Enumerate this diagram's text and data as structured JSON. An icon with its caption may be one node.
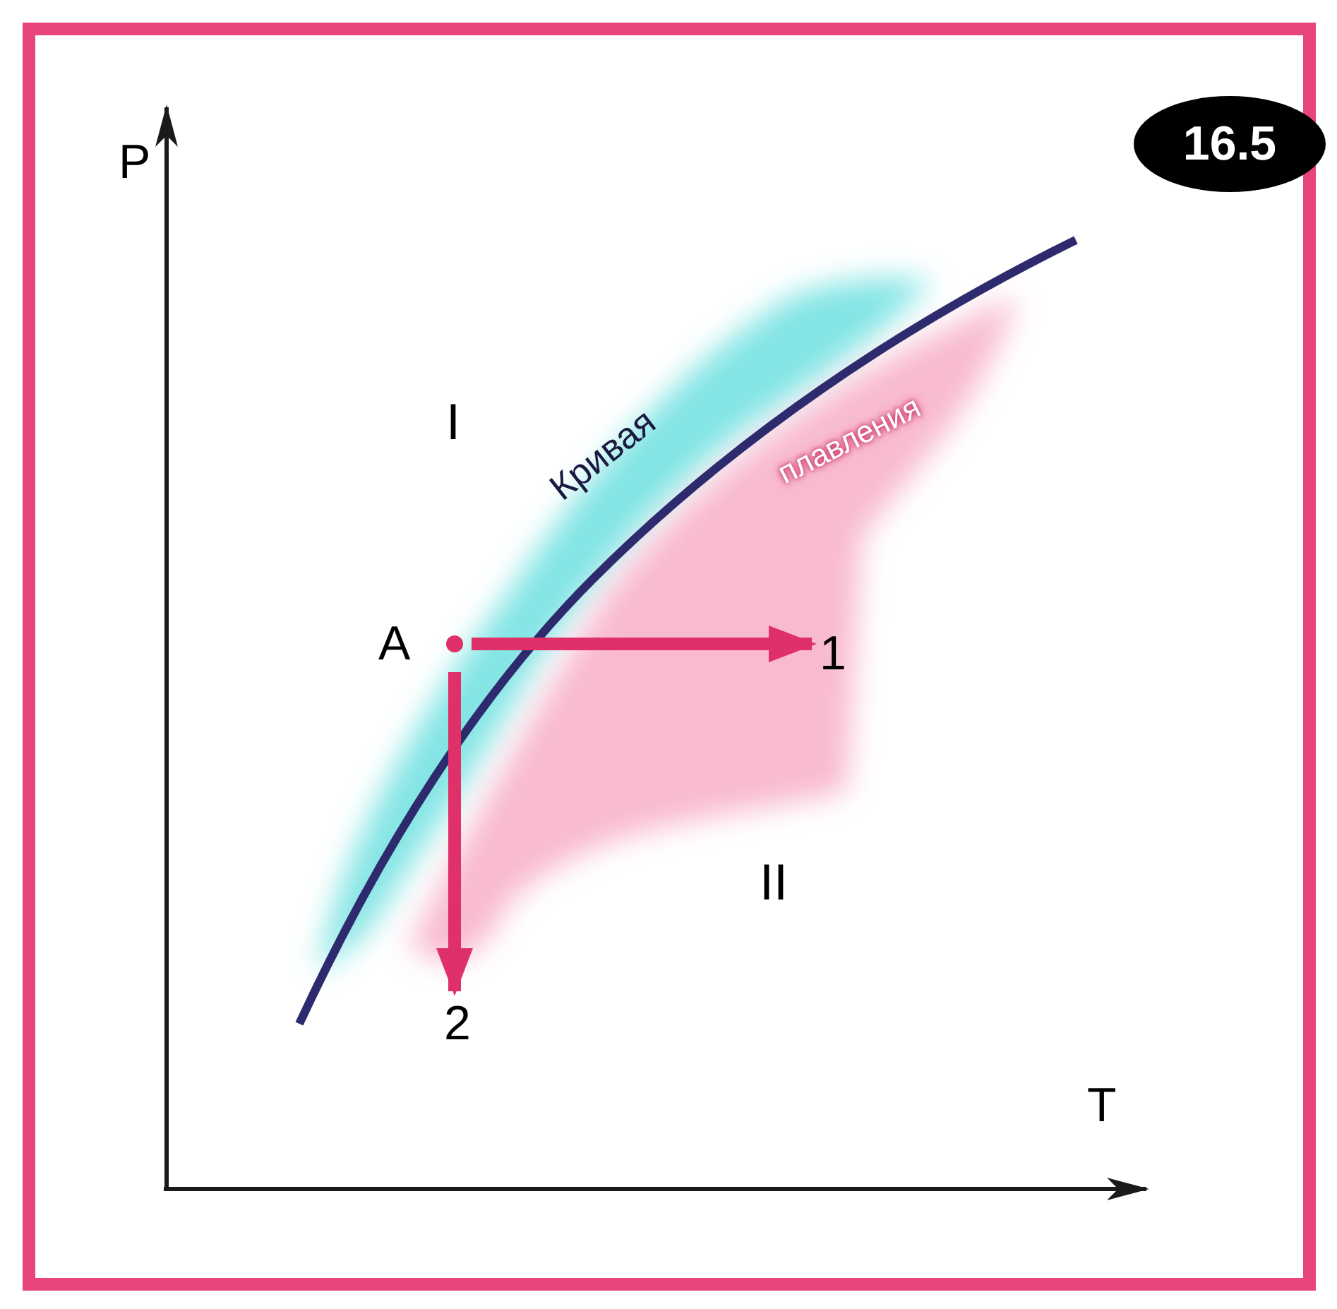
{
  "diagram": {
    "nodes": [
      {
        "text": [
          "16.5"
        ]
      },
      {
        "text": [
          "A"
        ]
      },
      {
        "text": [
          "1"
        ]
      },
      {
        "text": [
          "2"
        ]
      }
    ],
    "edges": [
      {
        "from": 1,
        "to": 2,
        "arrow": "to"
      },
      {
        "from": 1,
        "to": 3,
        "arrow": "to"
      }
    ],
    "labels": [
      "P",
      "T",
      "I",
      "II",
      "Кривая",
      "плавления"
    ]
  }
}
